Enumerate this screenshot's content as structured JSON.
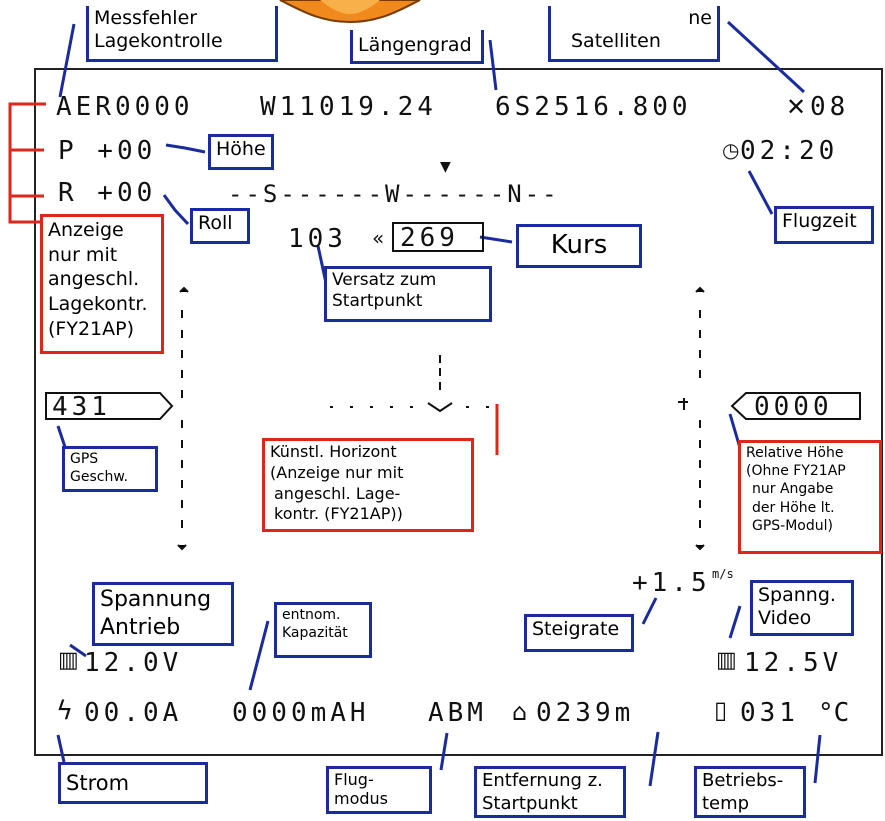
{
  "osd": {
    "row1_error": "AER0000",
    "row1_coords": "W11019.24",
    "row1_coords_tail": "6S2516.800",
    "sats": "08",
    "pitch": "P +00",
    "roll": "R +00",
    "flight_time": "02:20",
    "compass_tape": "--S------W------N--",
    "home_offset": "103",
    "heading": "269",
    "gps_speed": "431",
    "relative_alt": "0000",
    "climb_rate": "+1.5",
    "climb_unit": "m/s",
    "main_voltage": "12.0V",
    "video_voltage": "12.5V",
    "current": "00.0A",
    "capacity": "0000mAH",
    "flight_mode": "ABM",
    "home_distance": "0239m",
    "temperature": "031",
    "temp_unit": "°C"
  },
  "labels": {
    "messfehler_line1": "Messfehler",
    "messfehler_line2": "Lagekontrolle",
    "laengengrad": "Längengrad",
    "satelliten_line1": "ne",
    "satelliten_line2": "Satelliten",
    "hoehe": "Höhe",
    "roll": "Roll",
    "kurs": "Kurs",
    "flugzeit": "Flugzeit",
    "anzeige_lines": [
      "Anzeige",
      "nur mit",
      "angeschl.",
      "Lagekontr.",
      "(FY21AP)"
    ],
    "versatz_line1": "Versatz zum",
    "versatz_line2": "Startpunkt",
    "gps_line1": "GPS",
    "gps_line2": "Geschw.",
    "horizont_lines": [
      "Künstl. Horizont",
      "(Anzeige nur mit",
      "angeschl. Lage-",
      "kontr. (FY21AP))"
    ],
    "relhoehe_lines": [
      "Relative Höhe",
      "(Ohne FY21AP",
      "nur Angabe",
      "der Höhe lt.",
      "GPS-Modul)"
    ],
    "spannung_line1": "Spannung",
    "spannung_line2": "Antrieb",
    "entnom_line1": "entnom.",
    "entnom_line2": "Kapazität",
    "steigrate": "Steigrate",
    "spanngvideo_line1": "Spanng.",
    "spanngvideo_line2": "Video",
    "strom": "Strom",
    "flugmodus_line1": "Flug-",
    "flugmodus_line2": "modus",
    "entfernung_line1": "Entfernung z.",
    "entfernung_line2": "Startpunkt",
    "betriebstemp_line1": "Betriebs-",
    "betriebstemp_line2": "temp"
  },
  "icons": {
    "satellite": "satellite-icon",
    "clock": "clock-icon",
    "battery": "battery-icon",
    "lightning": "lightning-icon",
    "home": "home-icon",
    "thermometer": "thermometer-icon",
    "logo": "mascot-logo"
  },
  "colors": {
    "label_border": "#1a2b9e",
    "leader_line": "#1a2b9e",
    "attitude_border": "#e0261b"
  }
}
